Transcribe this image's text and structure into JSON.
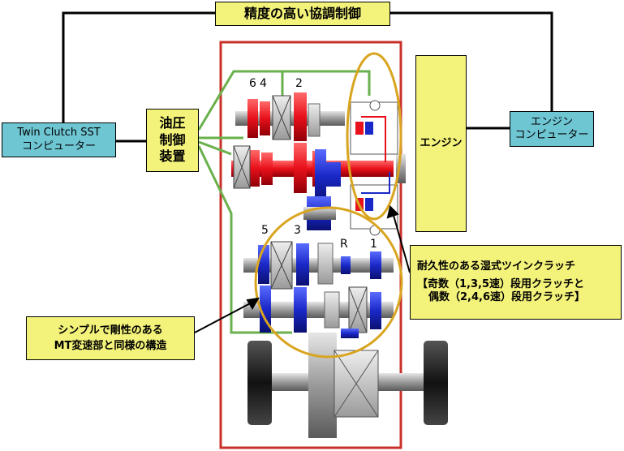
{
  "title": "精度の高い協調制御",
  "left_computer": "Twin Clutch SST\nコンピューター",
  "right_computer": "エンジン\nコンピューター",
  "hydraulic": "油圧\n制御\n装置",
  "engine": "エンジン",
  "clutch_note": {
    "line1": "耐久性のある湿式ツインクラッチ",
    "line2": "【奇数（1,3,5速）段用クラッチと",
    "line3": "偶数（2,4,6速）段用クラッチ】"
  },
  "mt_note": "シンプルで剛性のある\nMT変速部と同様の構造",
  "gear_labels": [
    "6",
    "4",
    "2",
    "5",
    "3",
    "R",
    "1"
  ],
  "colors": {
    "yellow_box": "#f3f27a",
    "blue_box": "#6fc6d3",
    "red_frame": "#c8302a",
    "green_lines": "#6ab04c",
    "gold_ellipse": "#d9a520",
    "even_gear_red": "#e8101a",
    "odd_gear_blue": "#1a28c8",
    "shaft_gray": "#a8a8a8"
  }
}
